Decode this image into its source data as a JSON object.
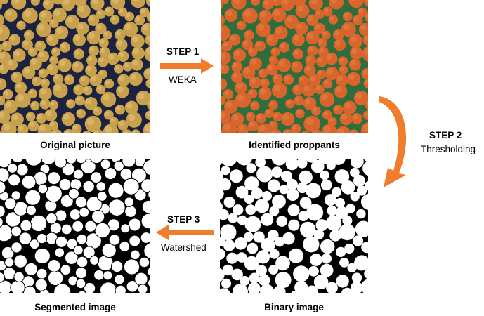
{
  "colors": {
    "arrow": "#ef7d2c",
    "original_background": "#1c2340",
    "original_grain": "#c9a04c",
    "identified_background": "#2f6d3c",
    "identified_grain": "#d9652c",
    "binary_foreground": "#ffffff",
    "binary_background": "#000000"
  },
  "panels": {
    "original": {
      "caption": "Original picture"
    },
    "identified": {
      "caption": "Identified proppants"
    },
    "binary": {
      "caption": "Binary image"
    },
    "segmented": {
      "caption": "Segmented image"
    }
  },
  "steps": [
    {
      "title": "STEP 1",
      "method": "WEKA"
    },
    {
      "title": "STEP 2",
      "method": "Thresholding"
    },
    {
      "title": "STEP 3",
      "method": "Watershed"
    }
  ]
}
